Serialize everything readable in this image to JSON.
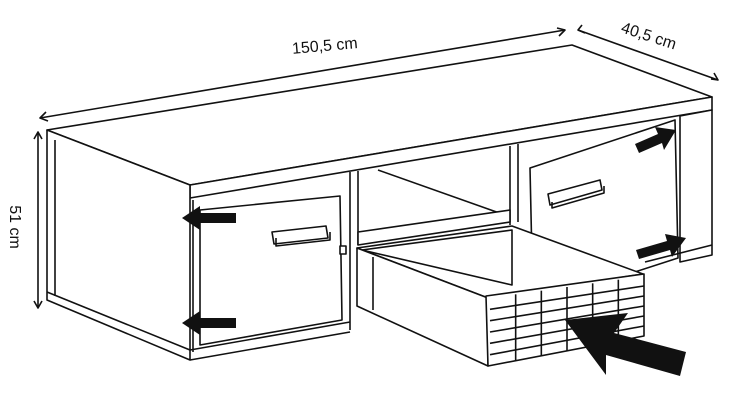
{
  "dimensions": {
    "width": "150,5 cm",
    "depth": "40,5 cm",
    "height": "51 cm"
  },
  "colors": {
    "line": "#111111",
    "background": "#ffffff"
  }
}
